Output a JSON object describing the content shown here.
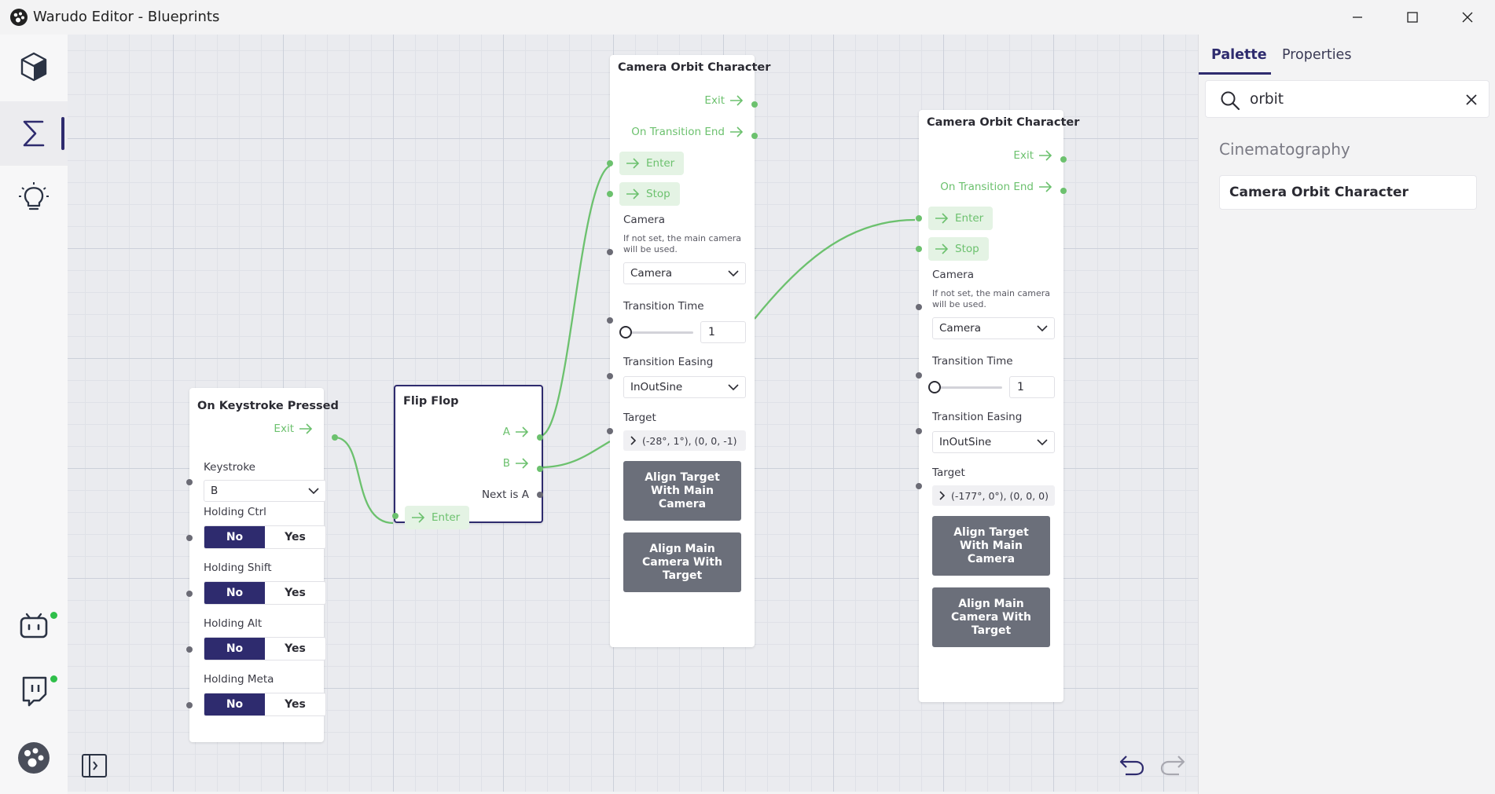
{
  "window": {
    "title": "Warudo Editor - Blueprints"
  },
  "rail": {
    "items": [
      {
        "name": "scene",
        "icon": "cube-icon"
      },
      {
        "name": "blueprints",
        "icon": "sigma-icon",
        "active": true
      },
      {
        "name": "tips",
        "icon": "lightbulb-icon"
      },
      {
        "name": "bilibili",
        "icon": "tv-robot-icon",
        "status": "online"
      },
      {
        "name": "twitch",
        "icon": "twitch-icon",
        "status": "online"
      },
      {
        "name": "warudo",
        "icon": "warudo-logo-icon"
      }
    ]
  },
  "nodes": {
    "keystroke": {
      "title": "On Keystroke Pressed",
      "exit_label": "Exit",
      "keystroke_label": "Keystroke",
      "keystroke_value": "B",
      "toggles": [
        {
          "label": "Holding Ctrl",
          "no": "No",
          "yes": "Yes",
          "selected": "No"
        },
        {
          "label": "Holding Shift",
          "no": "No",
          "yes": "Yes",
          "selected": "No"
        },
        {
          "label": "Holding Alt",
          "no": "No",
          "yes": "Yes",
          "selected": "No"
        },
        {
          "label": "Holding Meta",
          "no": "No",
          "yes": "Yes",
          "selected": "No"
        }
      ]
    },
    "flipflop": {
      "title": "Flip Flop",
      "out_a": "A",
      "out_b": "B",
      "next_label": "Next is A",
      "enter_label": "Enter"
    },
    "orbit1": {
      "title": "Camera Orbit Character",
      "exit_label": "Exit",
      "transition_end_label": "On Transition End",
      "enter_label": "Enter",
      "stop_label": "Stop",
      "camera_label": "Camera",
      "camera_hint": "If not set, the main camera will be used.",
      "camera_value": "Camera",
      "transition_time_label": "Transition Time",
      "transition_time_value": "1",
      "easing_label": "Transition Easing",
      "easing_value": "InOutSine",
      "target_label": "Target",
      "target_value": "(-28°, 1°), (0, 0, -1)",
      "align_target_button": "Align Target With Main Camera",
      "align_camera_button": "Align Main Camera With Target"
    },
    "orbit2": {
      "title": "Camera Orbit Character",
      "exit_label": "Exit",
      "transition_end_label": "On Transition End",
      "enter_label": "Enter",
      "stop_label": "Stop",
      "camera_label": "Camera",
      "camera_hint": "If not set, the main camera will be used.",
      "camera_value": "Camera",
      "transition_time_label": "Transition Time",
      "transition_time_value": "1",
      "easing_label": "Transition Easing",
      "easing_value": "InOutSine",
      "target_label": "Target",
      "target_value": "(-177°, 0°), (0, 0, 0)",
      "align_target_button": "Align Target With Main Camera",
      "align_camera_button": "Align Main Camera With Target"
    }
  },
  "panel": {
    "tabs": [
      {
        "label": "Palette",
        "active": true
      },
      {
        "label": "Properties",
        "active": false
      }
    ],
    "search": {
      "value": "orbit"
    },
    "section": "Cinematography",
    "results": [
      "Camera Orbit Character"
    ]
  },
  "colors": {
    "accent": "#2e2b6e",
    "flow": "#6cc16e",
    "button": "#6b6f7a",
    "online": "#2fbf4a"
  }
}
